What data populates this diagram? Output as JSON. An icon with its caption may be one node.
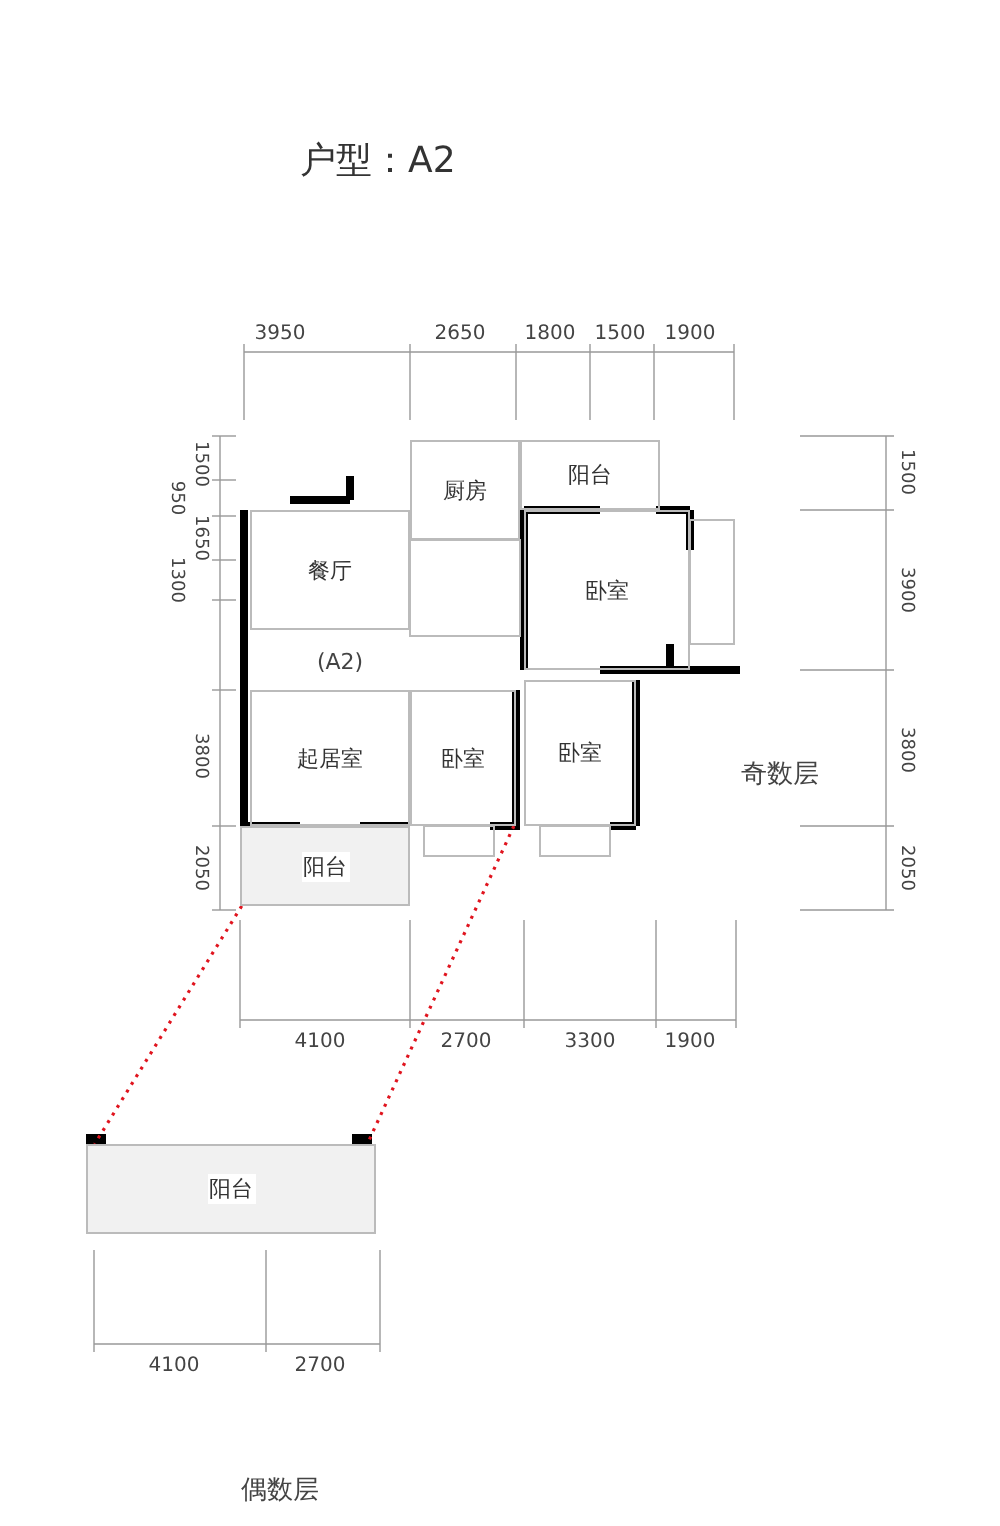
{
  "diagram": {
    "title": "户型：A2",
    "nodes": [
      {
        "text": [
          "厨房"
        ]
      },
      {
        "text": [
          "阳台"
        ]
      },
      {
        "text": [
          "餐厅"
        ]
      },
      {
        "text": [
          "卧室"
        ]
      },
      {
        "text": [
          "起居室"
        ]
      },
      {
        "text": [
          "卧室"
        ]
      },
      {
        "text": [
          "卧室"
        ]
      },
      {
        "text": [
          "阳台"
        ]
      },
      {
        "text": [
          "阳台"
        ]
      }
    ],
    "edges": [
      {
        "from": 7,
        "to": 8,
        "arrow": "none",
        "style": "dashed",
        "color": "#e0141e"
      },
      {
        "from": 5,
        "to": 8,
        "arrow": "none",
        "style": "dashed",
        "color": "#e0141e"
      }
    ],
    "labels": [
      "3950",
      "2650",
      "1800",
      "1500",
      "1900",
      "1500",
      "950",
      "1650",
      "1300",
      "3800",
      "2050",
      "1500",
      "3900",
      "3800",
      "2050",
      "(A2)",
      "奇数层",
      "4100",
      "2700",
      "3300",
      "1900",
      "4100",
      "2700",
      "偶数层"
    ]
  }
}
